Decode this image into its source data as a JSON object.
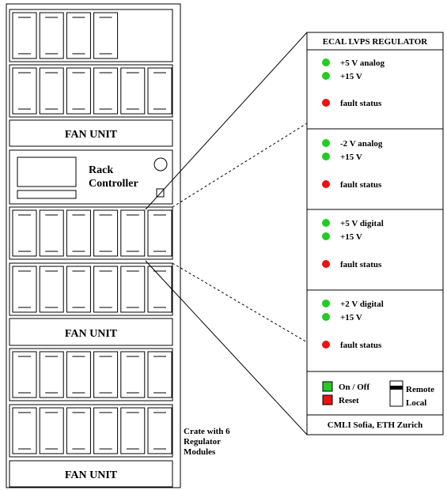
{
  "rack": {
    "fan_unit_label": "FAN UNIT",
    "controller_label_line1": "Rack",
    "controller_label_line2": "Controller",
    "crate_caption": [
      "Crate with 6",
      "Regulator",
      "Modules"
    ]
  },
  "regulator": {
    "title": "ECAL LVPS REGULATOR",
    "sections": [
      {
        "lines": [
          "+5 V analog",
          "+15 V"
        ],
        "fault": "fault status"
      },
      {
        "lines": [
          "-2 V analog",
          "+15 V"
        ],
        "fault": "fault status"
      },
      {
        "lines": [
          "+5 V digital",
          "+15 V"
        ],
        "fault": "fault status"
      },
      {
        "lines": [
          "+2 V digital",
          "+15 V"
        ],
        "fault": "fault status"
      }
    ],
    "controls": {
      "on_off": "On / Off",
      "reset": "Reset",
      "remote": "Remote",
      "local": "Local"
    },
    "footer": "CMLI Sofia, ETH Zurich"
  },
  "colors": {
    "led_ok": "#22cc22",
    "led_fault": "#ee1111",
    "button_on": "#22cc22",
    "button_reset": "#ee1111"
  }
}
